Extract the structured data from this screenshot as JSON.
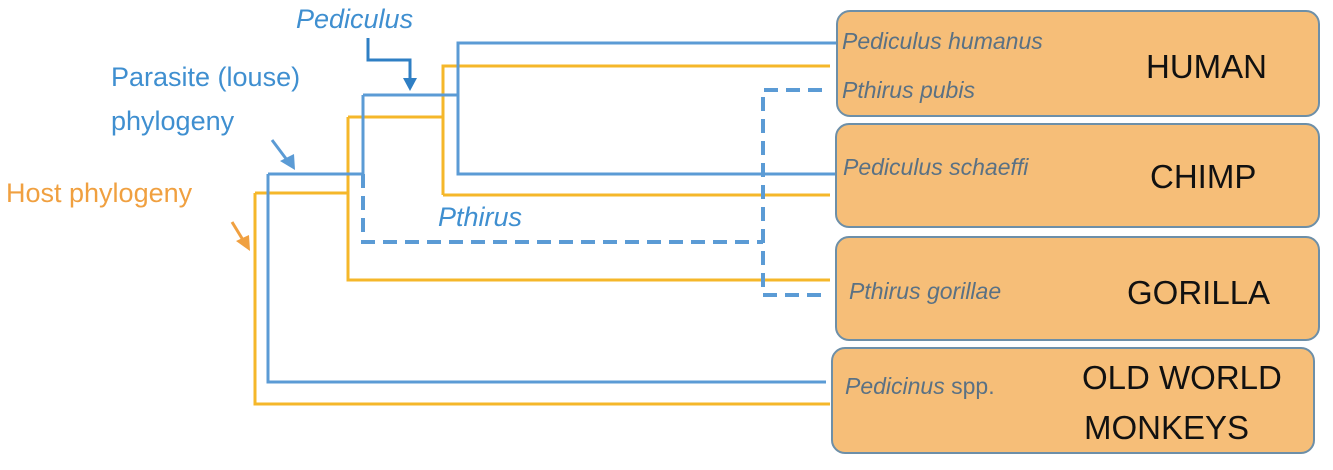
{
  "labels": {
    "parasite_phylogeny_line1": "Parasite (louse)",
    "parasite_phylogeny_line2": "phylogeny",
    "host_phylogeny": "Host phylogeny",
    "genus_pediculus": "Pediculus",
    "genus_pthirus": "Pthirus"
  },
  "hosts": [
    {
      "name": "HUMAN",
      "parasites": [
        "Pediculus humanus",
        "Pthirus pubis"
      ]
    },
    {
      "name": "CHIMP",
      "parasites": [
        "Pediculus schaeffi"
      ]
    },
    {
      "name": "GORILLA",
      "parasites": [
        "Pthirus gorillae"
      ]
    },
    {
      "name_line1": "OLD WORLD",
      "name_line2": "MONKEYS",
      "parasite_genus": "Pedicinus",
      "parasite_suffix": " spp."
    }
  ],
  "colors": {
    "parasite": "#5B9BD5",
    "host": "#F5B72A",
    "host_label": "#F0A040",
    "parasite_label": "#3f8fd0",
    "box_fill": "#F6BE78"
  }
}
